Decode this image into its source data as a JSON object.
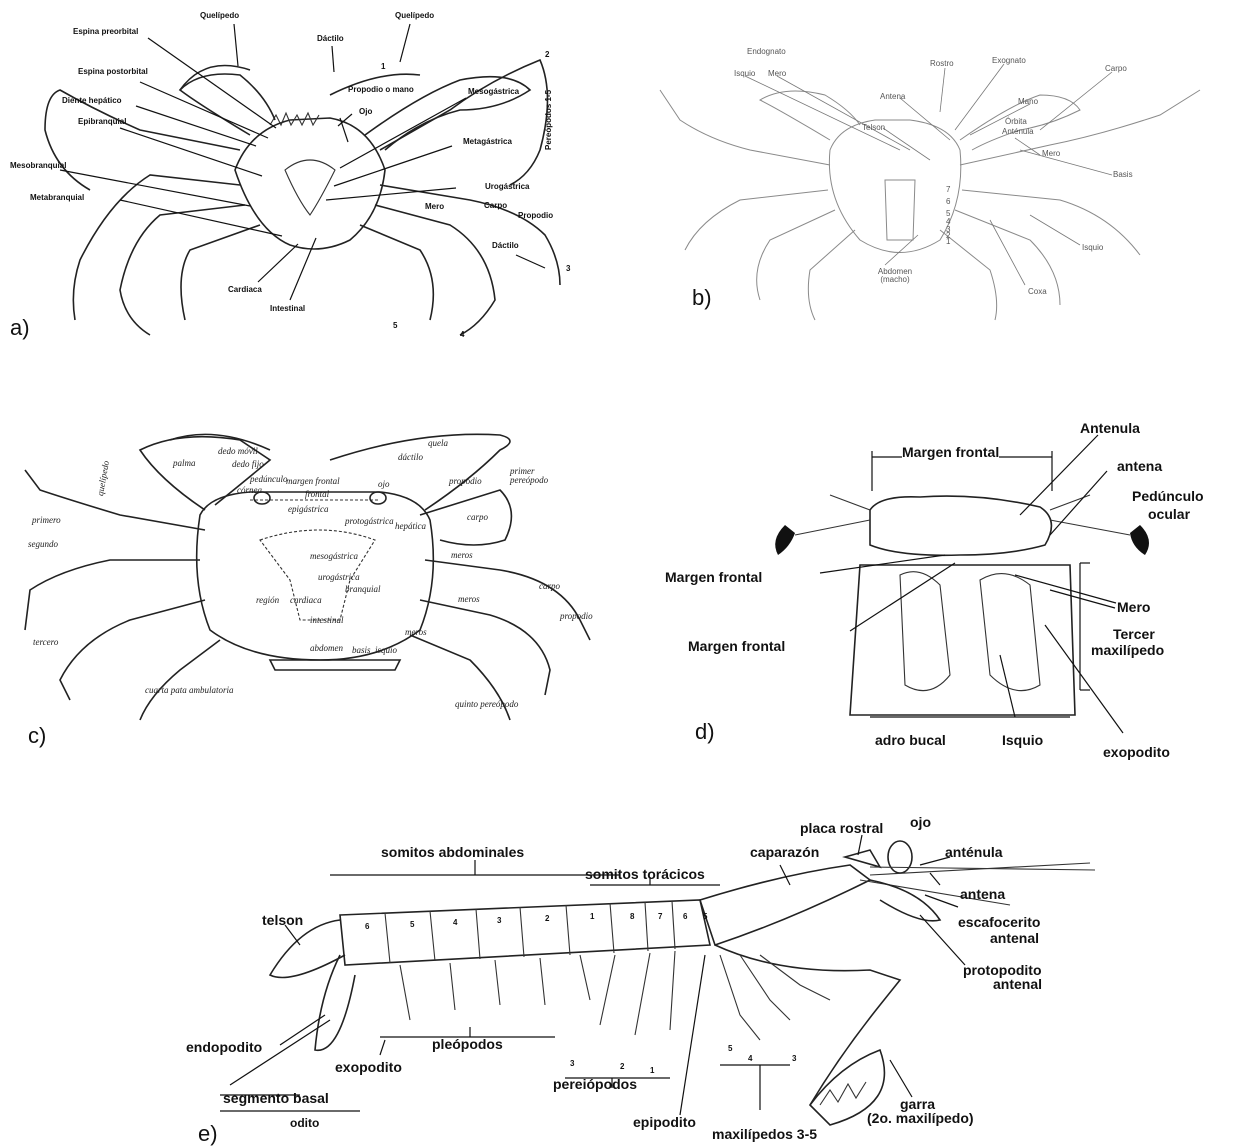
{
  "panel_labels": [
    "a)",
    "b)",
    "c)",
    "d)",
    "e)"
  ],
  "panel_a": {
    "labels": [
      "Quelípedo",
      "Quelípedo",
      "Dáctilo",
      "1",
      "2",
      "Espina preorbital",
      "Espina postorbital",
      "Propodio o mano",
      "Ojo",
      "Mesogástrica",
      "Diente hepático",
      "Epibranquial",
      "Metagástrica",
      "Mesobranquial",
      "Urogástrica",
      "Metabranquial",
      "Mero",
      "Carpo",
      "Propodio",
      "Dáctilo",
      "3",
      "Cardiaca",
      "Intestinal",
      "5",
      "4",
      "Pereópodos 1-5"
    ]
  },
  "panel_b": {
    "labels": [
      "Endognato",
      "Isquio",
      "Mero",
      "Rostro",
      "Exognato",
      "Carpo",
      "Antena",
      "Mano",
      "Órbita",
      "Anténula",
      "Telson",
      "Mero",
      "Basis",
      "7",
      "6",
      "5",
      "4",
      "3",
      "2",
      "1",
      "Isquio",
      "Abdomen (macho)",
      "Coxa"
    ]
  },
  "panel_c": {
    "labels": [
      "dedo móvil",
      "dedo fijo",
      "palma",
      "quela",
      "dáctilo",
      "pedúnculo",
      "córnea",
      "ojo",
      "margen frontal",
      "frontal",
      "propodio",
      "primer pereópodo",
      "quelípedo",
      "epigástrica",
      "protogástrica",
      "hepática",
      "carpo",
      "primero",
      "segundo",
      "mesogástrica",
      "meros",
      "urogástrica",
      "branquial",
      "carpo",
      "región",
      "cardiaca",
      "meros",
      "propodio",
      "intestinal",
      "meros",
      "abdomen",
      "basis",
      "isquio",
      "tercero",
      "cuarta pata ambulatoria",
      "quinto pereópodo"
    ]
  },
  "panel_d": {
    "labels": [
      "Antenula",
      "Margen frontal",
      "antena",
      "Pedúnculo",
      "ocular",
      "Margen frontal",
      "Mero",
      "Margen frontal",
      "Tercer",
      "maxilípedo",
      "adro bucal",
      "Isquio",
      "exopodito"
    ]
  },
  "panel_e": {
    "labels": [
      "placa rostral",
      "ojo",
      "somitos abdominales",
      "caparazón",
      "anténula",
      "somitos torácicos",
      "antena",
      "telson",
      "escafocerito",
      "antenal",
      "protopodito",
      "antenal",
      "endopodito",
      "pleópodos",
      "exopodito",
      "segmento basal",
      "pereiópodos",
      "odito",
      "epipodito",
      "maxilípedos 3-5",
      "garra",
      "(2o. maxilípedo)"
    ],
    "segment_numbers": [
      "6",
      "5",
      "4",
      "3",
      "2",
      "1",
      "8",
      "7",
      "6",
      "5"
    ],
    "leg_numbers": [
      "3",
      "2",
      "1"
    ],
    "maxilliped_numbers": [
      "5",
      "4",
      "3"
    ]
  }
}
